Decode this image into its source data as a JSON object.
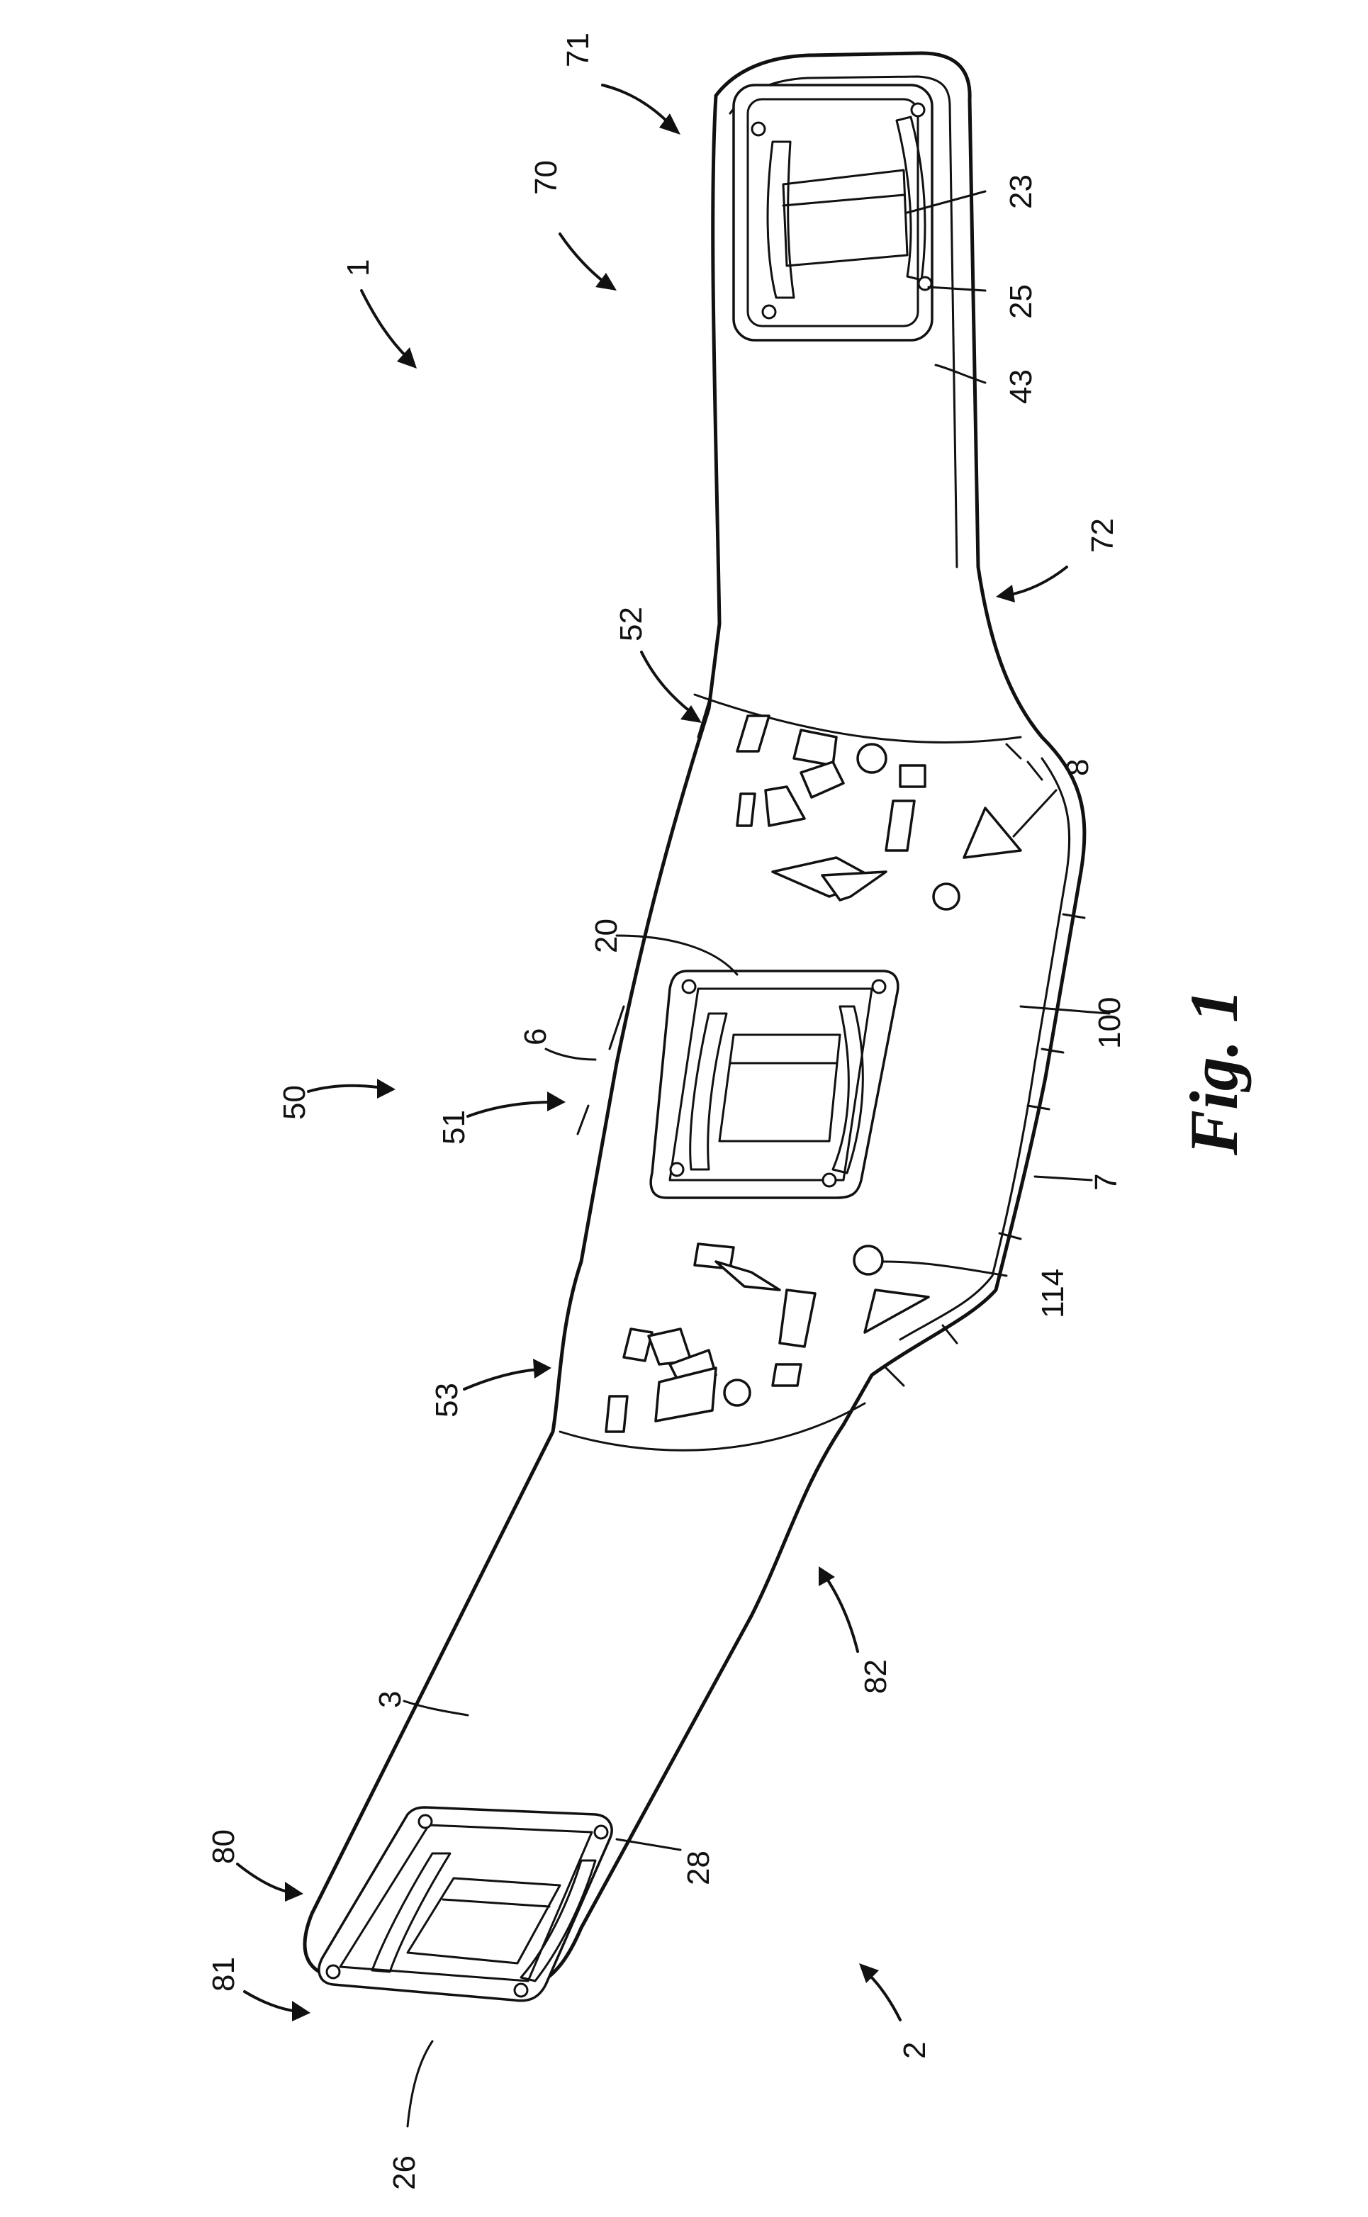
{
  "figure": {
    "caption": "Fig. 1",
    "labels": {
      "n1": "1",
      "n2": "2",
      "n3": "3",
      "n6": "6",
      "n7": "7",
      "n8": "8",
      "n20": "20",
      "n23": "23",
      "n25": "25",
      "n26": "26",
      "n28": "28",
      "n43": "43",
      "n50": "50",
      "n51": "51",
      "n52": "52",
      "n53": "53",
      "n70": "70",
      "n71": "71",
      "n72": "72",
      "n80": "80",
      "n81": "81",
      "n82": "82",
      "n100": "100",
      "n114": "114"
    }
  }
}
